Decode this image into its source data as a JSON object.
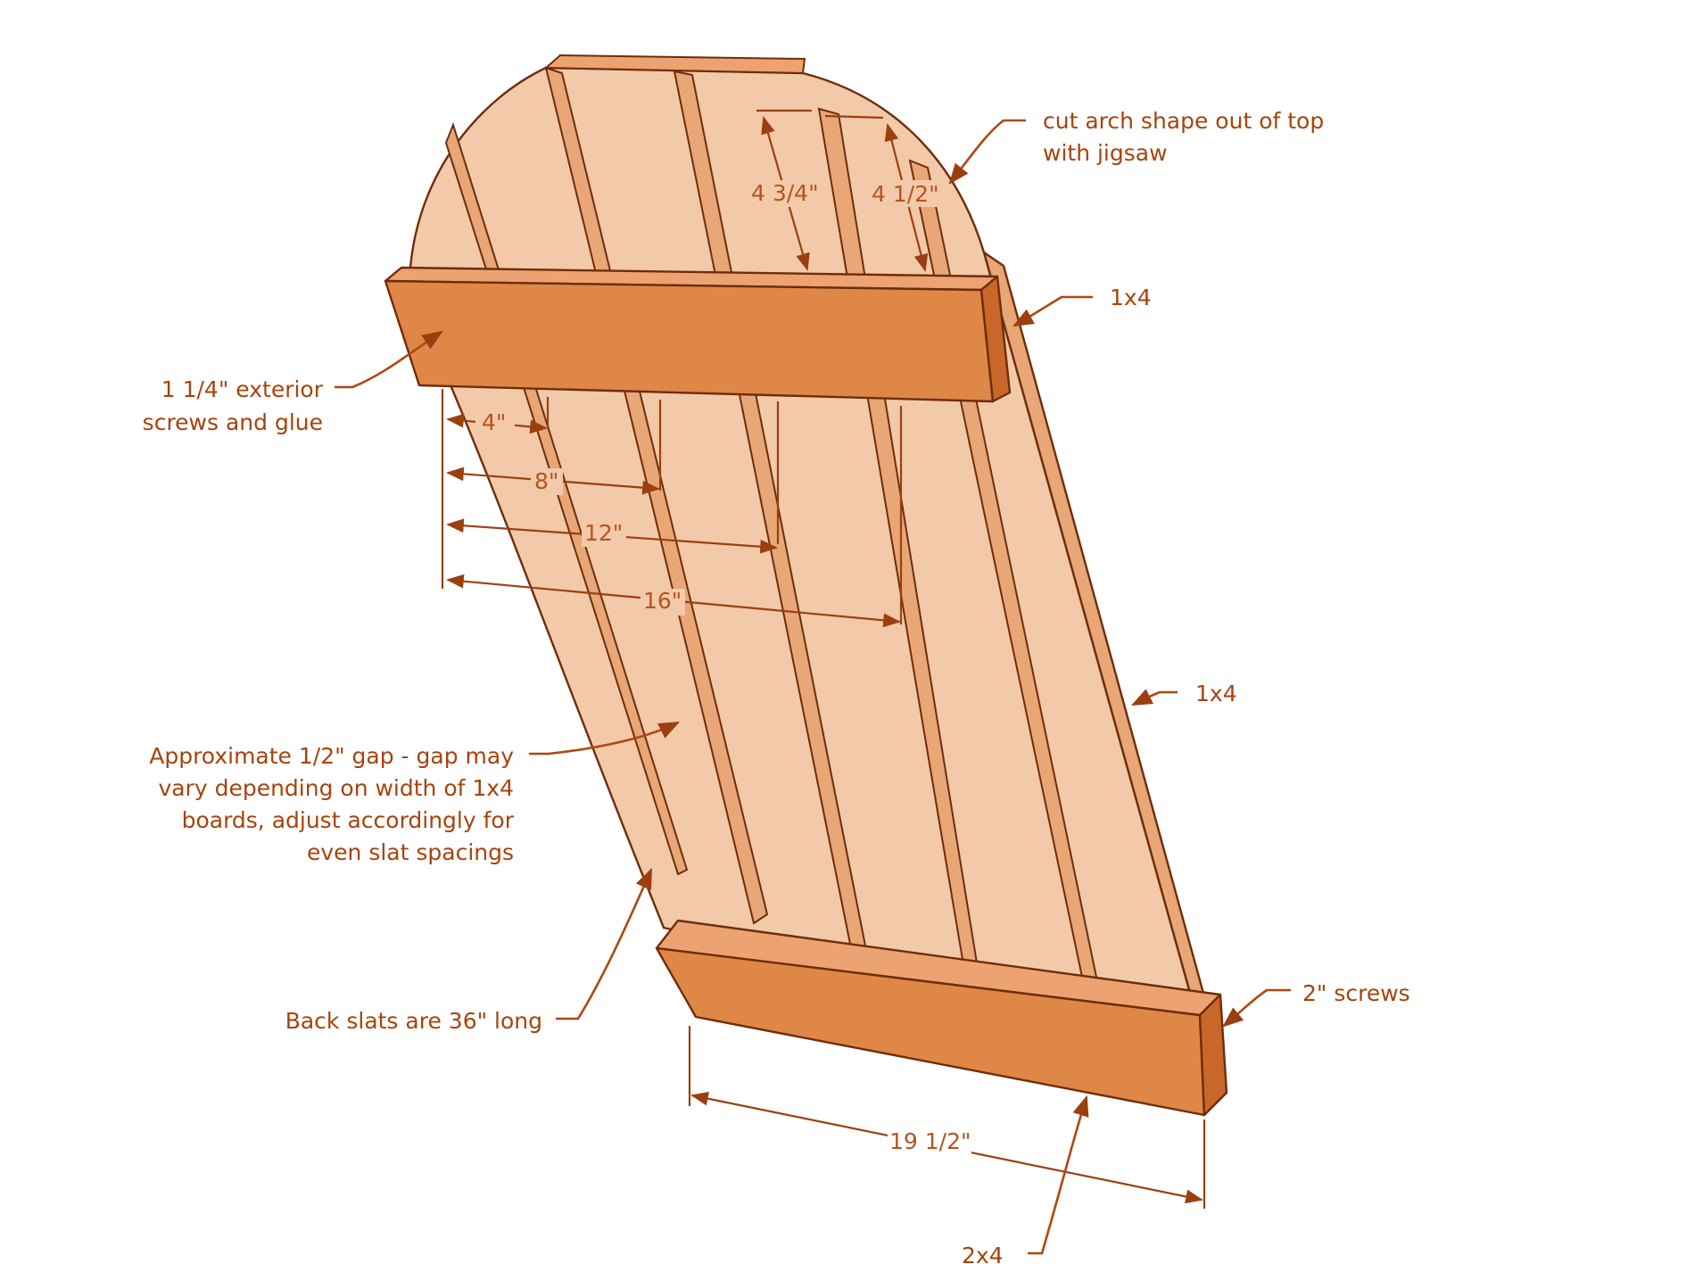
{
  "colors": {
    "slat_face": "#f2c9a9",
    "slat_edge": "#e9a676",
    "board_front": "#df8747",
    "board_top": "#eca371",
    "board_end": "#c9662a",
    "line": "#6e2d0a",
    "text": "#a8430c"
  },
  "callouts": {
    "arch_line1": "cut arch shape out of top",
    "arch_line2": "with jigsaw",
    "top_1x4": "1x4",
    "screws_line1": "1 1/4\" exterior",
    "screws_line2": "screws and glue",
    "side_1x4": "1x4",
    "gap_line1": "Approximate 1/2\" gap - gap may",
    "gap_line2": "vary depending on width of 1x4",
    "gap_line3": "boards, adjust accordingly for",
    "gap_line4": "even slat spacings",
    "slats_long": "Back slats are 36\" long",
    "two_inch_screws": "2\" screws",
    "bottom_2x4": "2x4"
  },
  "dimensions": {
    "d4": "4\"",
    "d8": "8\"",
    "d12": "12\"",
    "d16": "16\"",
    "d4_3_4": "4 3/4\"",
    "d4_1_2": "4 1/2\"",
    "d19_1_2": "19 1/2\""
  }
}
